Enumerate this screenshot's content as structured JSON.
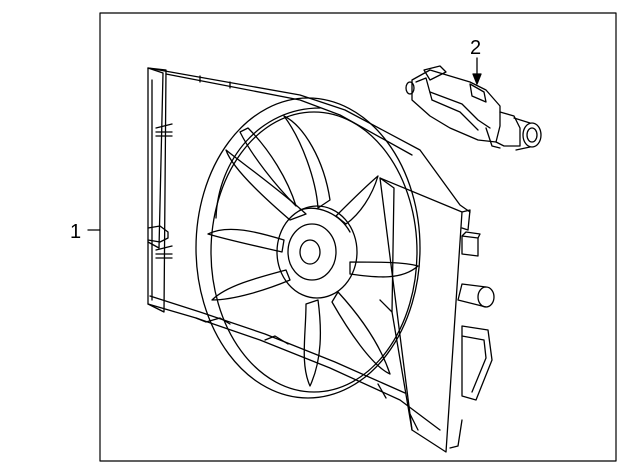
{
  "callouts": {
    "part_1": "1",
    "part_2": "2"
  },
  "colors": {
    "line": "#000000",
    "background": "#ffffff"
  },
  "icons": {
    "fan_assembly": "cooling-fan-shroud-assembly",
    "resistor": "fan-resistor-module"
  }
}
